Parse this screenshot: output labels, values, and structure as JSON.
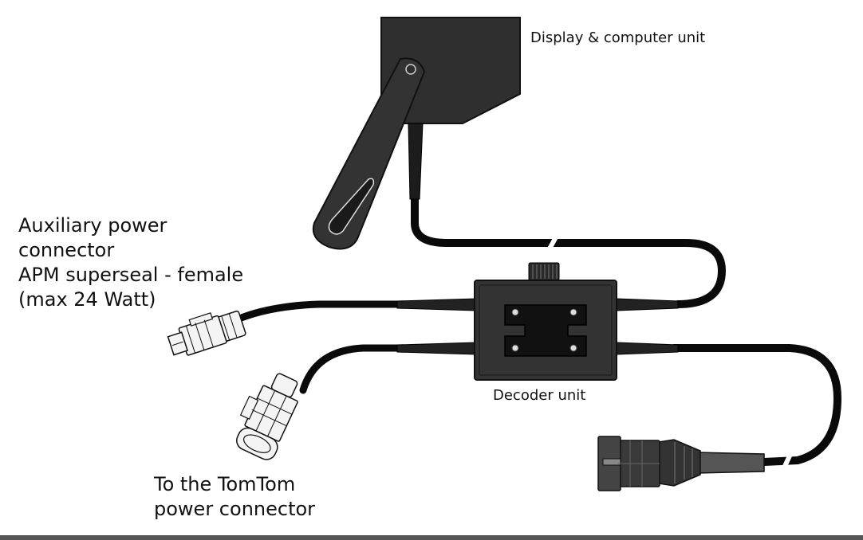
{
  "labels": {
    "display_unit": "Display & computer unit",
    "decoder_unit": "Decoder unit",
    "aux_power": [
      "Auxiliary power",
      "connector",
      "APM superseal - female",
      "(max 24 Watt)"
    ],
    "tomtom": [
      "To the TomTom",
      "power connector"
    ]
  },
  "colors": {
    "cable": "#0a0a0a",
    "housing": "#2f2f2f",
    "housing_stroke": "#111111",
    "connector_fill": "#f4f4f4"
  }
}
